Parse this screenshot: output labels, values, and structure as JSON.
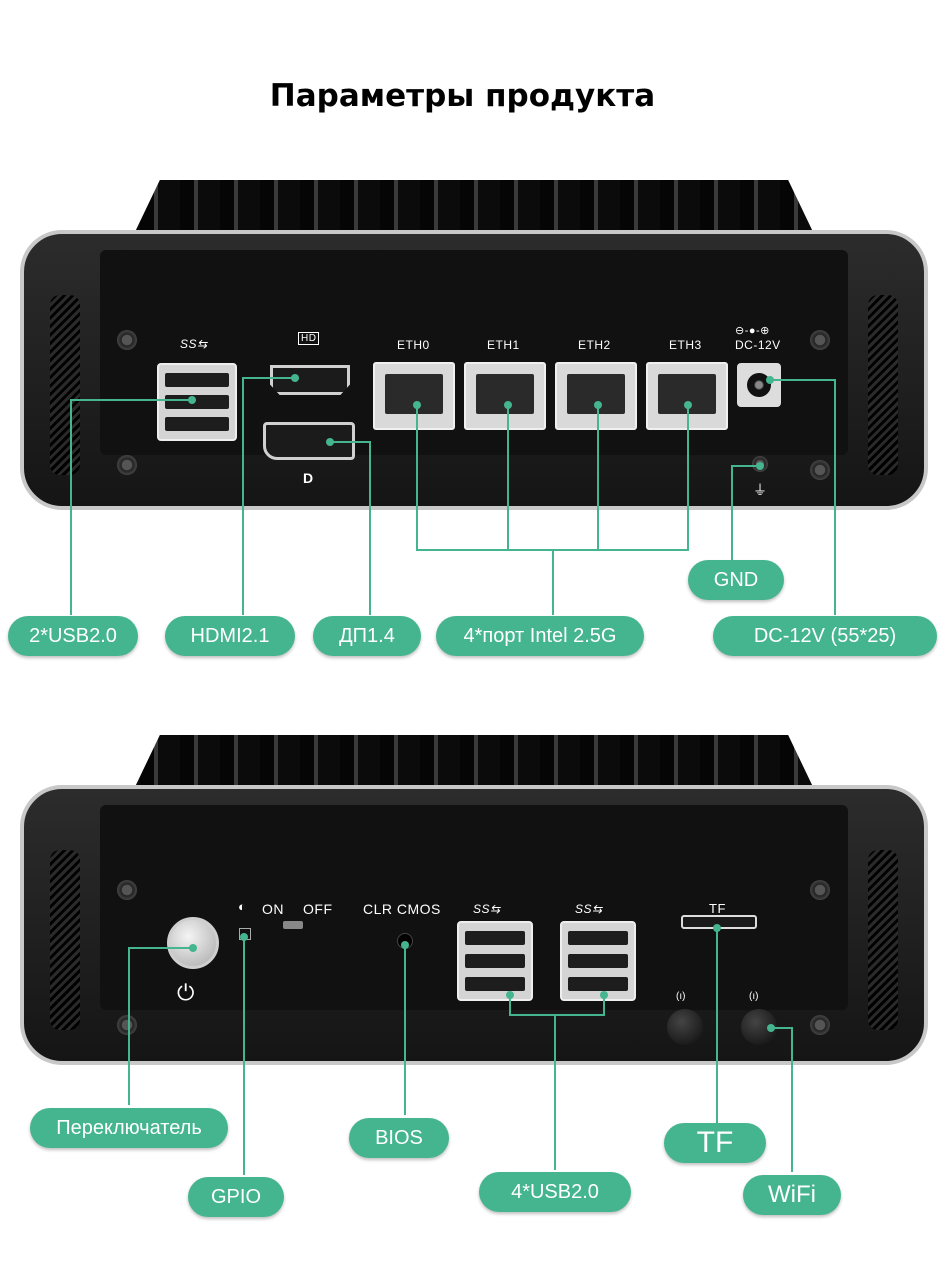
{
  "title": "Параметры продукта",
  "top_device": {
    "ports": {
      "usb3_logo": "SS⇆",
      "hd_logo": "HD",
      "dp_logo": "D",
      "eth0": "ETH0",
      "eth1": "ETH1",
      "eth2": "ETH2",
      "eth3": "ETH3",
      "dc_symbol": "⊖-●-⊕",
      "dc_label": "DC-12V",
      "ground_symbol": "⏚"
    },
    "callouts": {
      "usb": "2*USB2.0",
      "hdmi": "HDMI2.1",
      "dp": "ДП1.4",
      "eth": "4*порт Intel 2.5G",
      "gnd": "GND",
      "dc": "DC-12V (55*25)"
    }
  },
  "bottom_device": {
    "ports": {
      "gpio_icon": "◐",
      "on_label": "ON",
      "off_label": "OFF",
      "clr_cmos": "CLR CMOS",
      "usb3_logo_left": "SS⇆",
      "usb3_logo_right": "SS⇆",
      "tf_label": "TF",
      "power_symbol": "⏻",
      "wifi_symbol_left": "(ı)",
      "wifi_symbol_right": "(ı)"
    },
    "callouts": {
      "switch": "Переключатель",
      "gpio": "GPIO",
      "bios": "BIOS",
      "usb": "4*USB2.0",
      "tf": "TF",
      "wifi": "WiFi"
    }
  },
  "colors": {
    "accent": "#45b58f",
    "device_body": "#151515",
    "device_frame": "#c8c8c8"
  }
}
